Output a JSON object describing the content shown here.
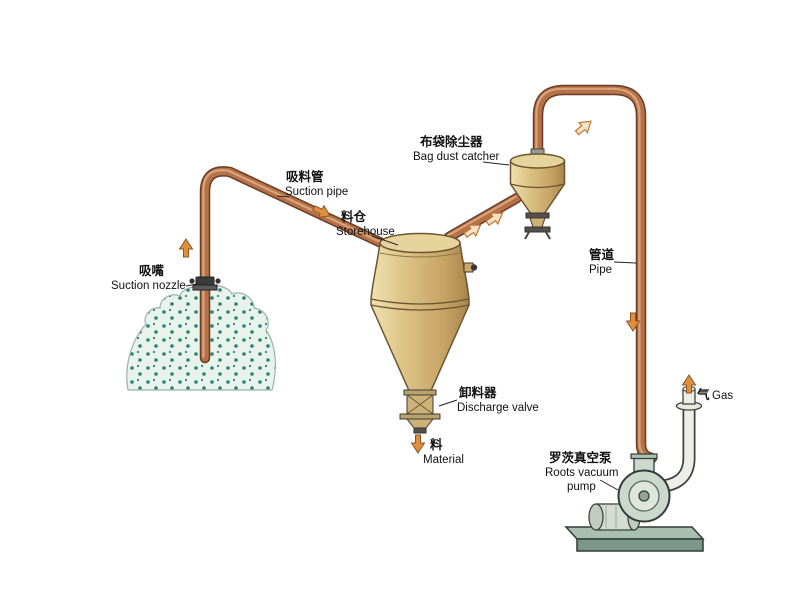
{
  "labels": {
    "suction_pipe": {
      "zh": "吸料管",
      "en": "Suction pipe"
    },
    "suction_nozzle": {
      "zh": "吸嘴",
      "en": "Suction nozzle"
    },
    "storehouse": {
      "zh": "料仓",
      "en": "Storehouse"
    },
    "bag_dust_catcher": {
      "zh": "布袋除尘器",
      "en": "Bag dust catcher"
    },
    "pipe": {
      "zh": "管道",
      "en": "Pipe"
    },
    "discharge_valve": {
      "zh": "卸料器",
      "en": "Discharge valve"
    },
    "material": {
      "zh": "料",
      "en": "Material"
    },
    "roots_vacuum_pump": {
      "zh": "罗茨真空泵",
      "en_line1": "Roots vacuum",
      "en_line2": "pump"
    },
    "gas": {
      "zh": "气",
      "en": "Gas"
    }
  },
  "colors": {
    "pipe_copper": "#b5714a",
    "vessel_tan": "#d9bf7f",
    "arrow_orange": "#e08f3e",
    "material_dots_teal": "#2f7f6e",
    "pump_gray_green": "#ccd8cc",
    "background": "#ffffff"
  }
}
